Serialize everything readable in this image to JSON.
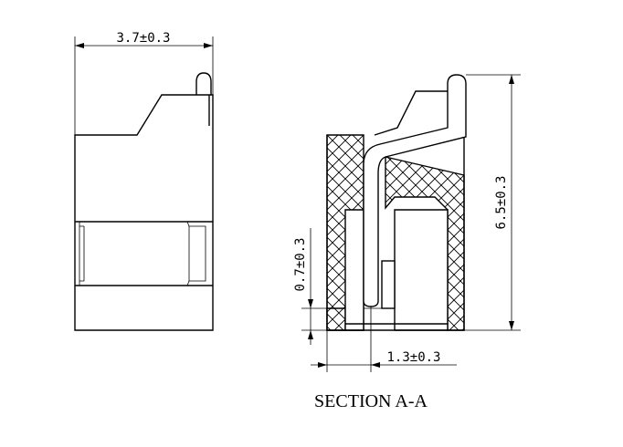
{
  "drawing": {
    "dimensions": {
      "width_label": "3.7±0.3",
      "height_label": "6.5±0.3",
      "offset_label": "0.7±0.3",
      "pitch_label": "1.3±0.3"
    },
    "caption": "SECTION A-A",
    "colors": {
      "line": "#000000",
      "background": "#ffffff"
    }
  }
}
